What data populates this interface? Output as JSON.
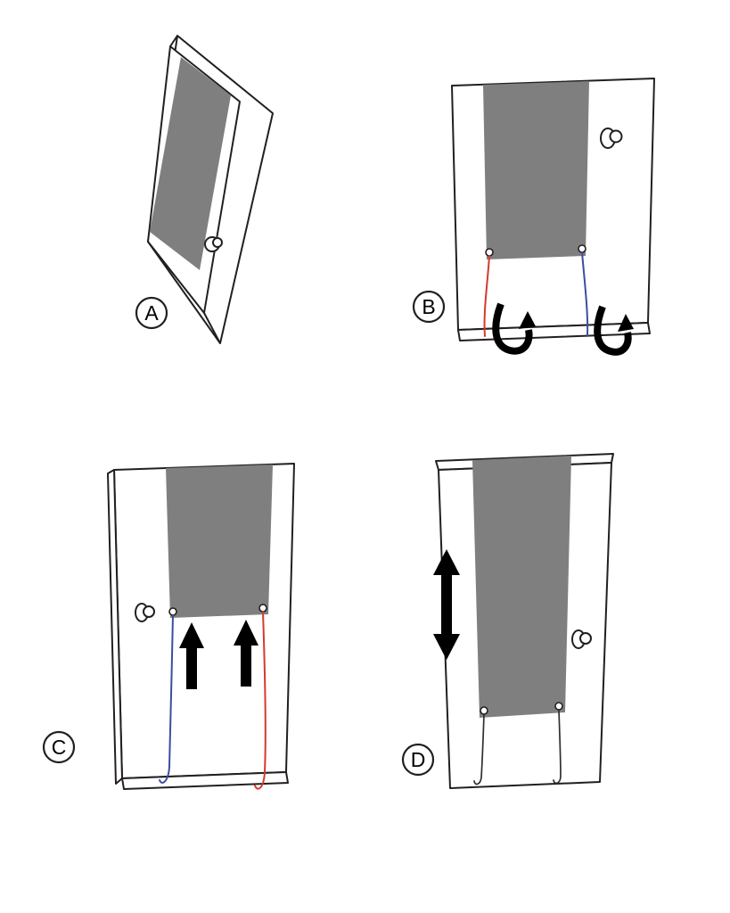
{
  "figure": {
    "background": "#ffffff",
    "ink": "#231f20",
    "colors": {
      "panel_gray": "#7f7f7f",
      "cord_red": "#d23b2f",
      "cord_blue": "#3c4da0",
      "cord_dark": "#2f2f2f",
      "arrow_black": "#000000"
    },
    "panels": [
      {
        "label": "A"
      },
      {
        "label": "B"
      },
      {
        "label": "C"
      },
      {
        "label": "D"
      }
    ]
  }
}
